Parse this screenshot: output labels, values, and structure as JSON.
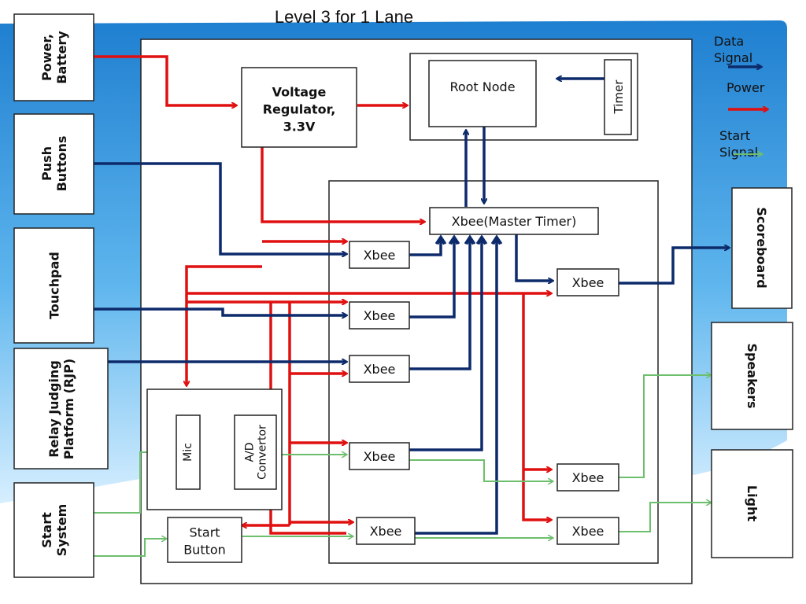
{
  "title": "Level 3 for 1 Lane",
  "legend": {
    "data_signal": "Data Signal",
    "power": "Power",
    "start_signal": "Start Signal"
  },
  "inputs": {
    "power_battery": [
      "Power,",
      "Battery"
    ],
    "push_buttons": [
      "Push",
      "Buttons"
    ],
    "touchpad": [
      "Touchpad"
    ],
    "rjp": [
      "Relay Judging",
      "Platform (RJP)"
    ],
    "start_system": [
      "Start",
      "System"
    ]
  },
  "outputs": {
    "scoreboard": "Scoreboard",
    "speakers": "Speakers",
    "light": "Light"
  },
  "blocks": {
    "voltage_regulator": [
      "Voltage",
      "Regulator,",
      "3.3V"
    ],
    "root_node": "Root Node",
    "timer": "Timer",
    "master_xbee": "Xbee(Master Timer)",
    "xbee": "Xbee",
    "mic": "Mic",
    "ad_convertor": [
      "A/D",
      "Convertor"
    ],
    "start_button": [
      "Start",
      "Button"
    ]
  },
  "colors": {
    "data": "#0d2a6b",
    "power": "#e01010",
    "start": "#6cbf6c",
    "bg_blue": "#2b8fd8"
  }
}
